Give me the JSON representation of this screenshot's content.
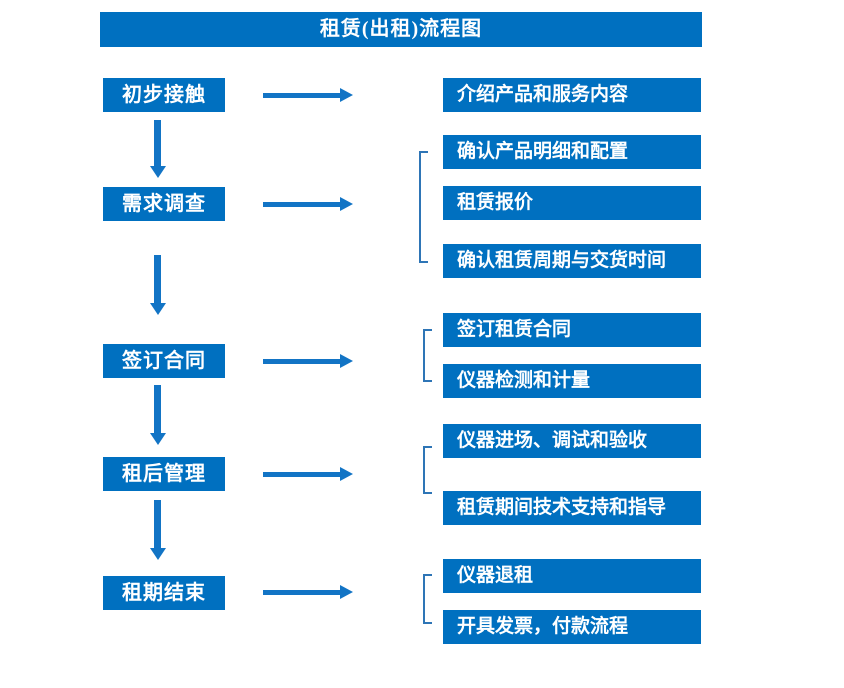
{
  "title": "租赁(出租)流程图",
  "colors": {
    "box_blue": "#0070C0",
    "arrow_blue": "#1274C5",
    "bracket_blue": "#2E75B6"
  },
  "steps": [
    {
      "label": "初步接触",
      "details": [
        "介绍产品和服务内容"
      ]
    },
    {
      "label": "需求调查",
      "details": [
        "确认产品明细和配置",
        "租赁报价",
        "确认租赁周期与交货时间"
      ]
    },
    {
      "label": "签订合同",
      "details": [
        "签订租赁合同",
        "仪器检测和计量"
      ]
    },
    {
      "label": "租后管理",
      "details": [
        "仪器进场、调试和验收",
        "租赁期间技术支持和指导"
      ]
    },
    {
      "label": "租期结束",
      "details": [
        "仪器退租",
        "开具发票，付款流程"
      ]
    }
  ]
}
